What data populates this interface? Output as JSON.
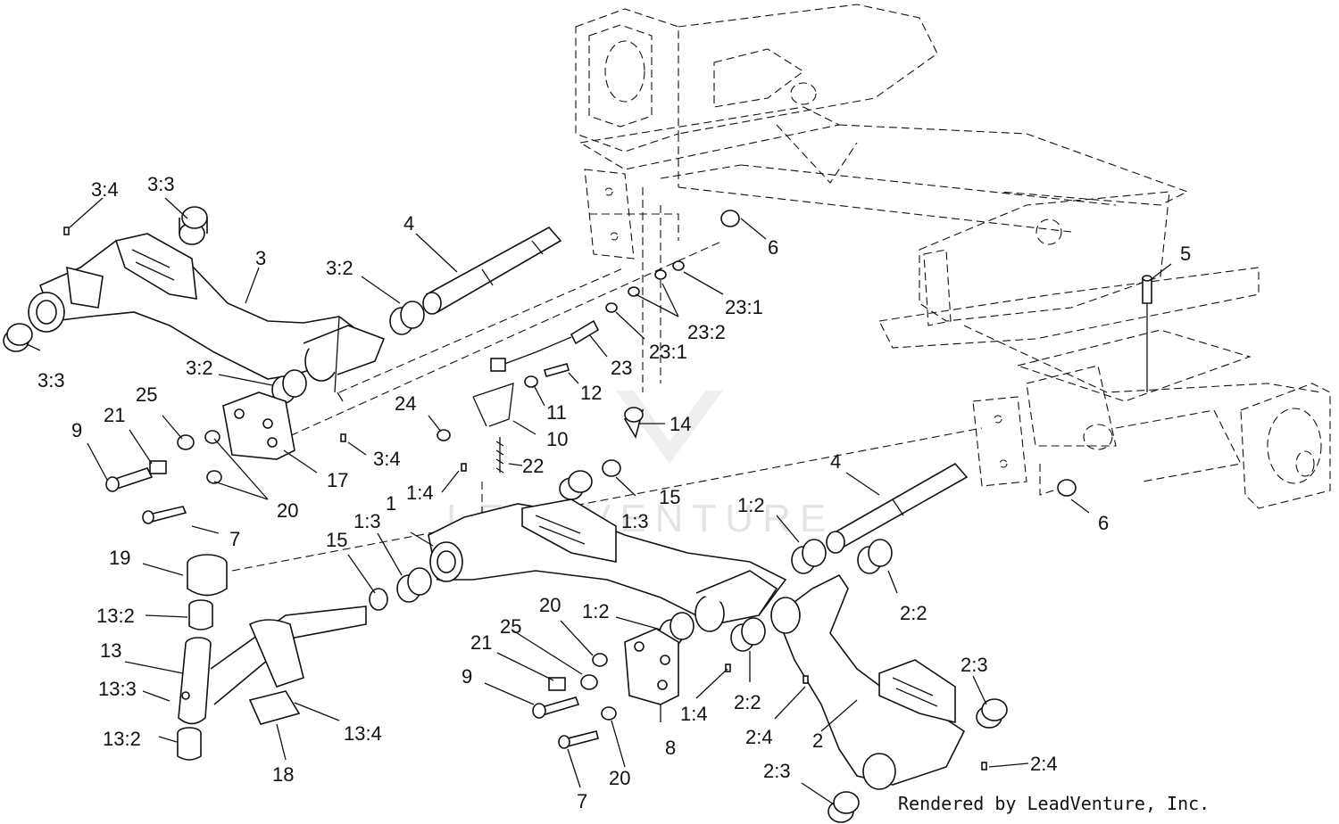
{
  "credit": "Rendered by LeadVenture, Inc.",
  "watermark": "LEADVENTURE",
  "labels": [
    {
      "id": "l-3-4-a",
      "text": "3:4"
    },
    {
      "id": "l-3-3-a",
      "text": "3:3"
    },
    {
      "id": "l-3-a",
      "text": "3"
    },
    {
      "id": "l-4-a",
      "text": "4"
    },
    {
      "id": "l-3-2-a",
      "text": "3:2"
    },
    {
      "id": "l-6-a",
      "text": "6"
    },
    {
      "id": "l-5",
      "text": "5"
    },
    {
      "id": "l-23-1-a",
      "text": "23:1"
    },
    {
      "id": "l-23-2",
      "text": "23:2"
    },
    {
      "id": "l-23-1-b",
      "text": "23:1"
    },
    {
      "id": "l-23",
      "text": "23"
    },
    {
      "id": "l-3-3-b",
      "text": "3:3"
    },
    {
      "id": "l-3-2-b",
      "text": "3:2"
    },
    {
      "id": "l-12",
      "text": "12"
    },
    {
      "id": "l-11",
      "text": "11"
    },
    {
      "id": "l-24",
      "text": "24"
    },
    {
      "id": "l-10",
      "text": "10"
    },
    {
      "id": "l-14",
      "text": "14"
    },
    {
      "id": "l-25-a",
      "text": "25"
    },
    {
      "id": "l-21-a",
      "text": "21"
    },
    {
      "id": "l-9-a",
      "text": "9"
    },
    {
      "id": "l-3-4-b",
      "text": "3:4"
    },
    {
      "id": "l-22",
      "text": "22"
    },
    {
      "id": "l-17",
      "text": "17"
    },
    {
      "id": "l-1-4-a",
      "text": "1:4"
    },
    {
      "id": "l-4-b",
      "text": "4"
    },
    {
      "id": "l-15-a",
      "text": "15"
    },
    {
      "id": "l-20-a",
      "text": "20"
    },
    {
      "id": "l-1-3-a",
      "text": "1:3"
    },
    {
      "id": "l-1",
      "text": "1"
    },
    {
      "id": "l-1-2-a",
      "text": "1:2"
    },
    {
      "id": "l-6-b",
      "text": "6"
    },
    {
      "id": "l-7-a",
      "text": "7"
    },
    {
      "id": "l-1-3-b",
      "text": "1:3"
    },
    {
      "id": "l-19",
      "text": "19"
    },
    {
      "id": "l-15-b",
      "text": "15"
    },
    {
      "id": "l-13-2-a",
      "text": "13:2"
    },
    {
      "id": "l-2-2-a",
      "text": "2:2"
    },
    {
      "id": "l-20-b",
      "text": "20"
    },
    {
      "id": "l-1-2-b",
      "text": "1:2"
    },
    {
      "id": "l-13",
      "text": "13"
    },
    {
      "id": "l-25-b",
      "text": "25"
    },
    {
      "id": "l-21-b",
      "text": "21"
    },
    {
      "id": "l-2-3-a",
      "text": "2:3"
    },
    {
      "id": "l-9-b",
      "text": "9"
    },
    {
      "id": "l-13-3",
      "text": "13:3"
    },
    {
      "id": "l-1-4-b",
      "text": "1:4"
    },
    {
      "id": "l-2-2-b",
      "text": "2:2"
    },
    {
      "id": "l-2-4-a",
      "text": "2:4"
    },
    {
      "id": "l-8",
      "text": "8"
    },
    {
      "id": "l-2",
      "text": "2"
    },
    {
      "id": "l-13-4",
      "text": "13:4"
    },
    {
      "id": "l-13-2-b",
      "text": "13:2"
    },
    {
      "id": "l-2-4-b",
      "text": "2:4"
    },
    {
      "id": "l-18",
      "text": "18"
    },
    {
      "id": "l-2-3-b",
      "text": "2:3"
    },
    {
      "id": "l-20-c",
      "text": "20"
    },
    {
      "id": "l-7-b",
      "text": "7"
    }
  ]
}
